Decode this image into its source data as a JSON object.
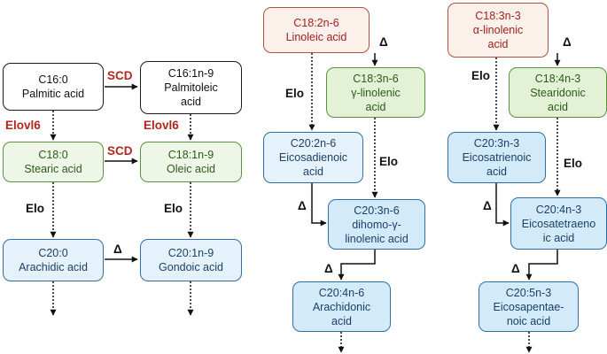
{
  "nodes": {
    "c16_0": [
      "C16:0",
      "Palmitic acid"
    ],
    "c16_1": [
      "C16:1n-9",
      "Palmitoleic",
      "acid"
    ],
    "c18_0": [
      "C18:0",
      "Stearic acid"
    ],
    "c18_1": [
      "C18:1n-9",
      "Oleic acid"
    ],
    "c20_0": [
      "C20:0",
      "Arachidic acid"
    ],
    "c20_1": [
      "C20:1n-9",
      "Gondoic acid"
    ],
    "c18_2": [
      "C18:2n-6",
      "Linoleic acid"
    ],
    "c18_3n6": [
      "C18:3n-6",
      "γ-linolenic",
      "acid"
    ],
    "c20_2": [
      "C20:2n-6",
      "Eicosadienoic",
      "acid"
    ],
    "c20_3n6": [
      "C20:3n-6",
      "dihomo-γ-",
      "linolenic acid"
    ],
    "c20_4n6": [
      "C20:4n-6",
      "Arachidonic",
      "acid"
    ],
    "c18_3n3": [
      "C18:3n-3",
      "α-linolenic",
      "acid"
    ],
    "c18_4": [
      "C18:4n-3",
      "Stearidonic",
      "acid"
    ],
    "c20_3n3": [
      "C20:3n-3",
      "Eicosatrienoic",
      "acid"
    ],
    "c20_4n3": [
      "C20:4n-3",
      "Eicosatetraeno",
      "ic acid"
    ],
    "c20_5": [
      "C20:5n-3",
      "Eicosapentae-",
      "noic acid"
    ]
  },
  "labels": {
    "scd_1": "SCD",
    "scd_2": "SCD",
    "elovl6_1": "Elovl6",
    "elovl6_2": "Elovl6",
    "elo_sat": "Elo",
    "elo_mono": "Elo",
    "delta_sat": "Δ",
    "delta_n6_top": "Δ",
    "elo_n6_left": "Elo",
    "elo_n6_right": "Elo",
    "delta_n6_mid": "Δ",
    "delta_n6_bottom": "Δ",
    "delta_n3_top": "Δ",
    "elo_n3_left": "Elo",
    "elo_n3_right": "Elo",
    "delta_n3_mid": "Δ",
    "delta_n3_bottom": "Δ"
  },
  "colors": {
    "enzyme_red": "#b3261e",
    "saturated_border": "#1a1a1a",
    "monounsaturated_border": "#5a9140",
    "n6_n3_precursor_border": "#b0533c",
    "long_chain_border": "#2e6fa7",
    "arrow": "#111111"
  }
}
